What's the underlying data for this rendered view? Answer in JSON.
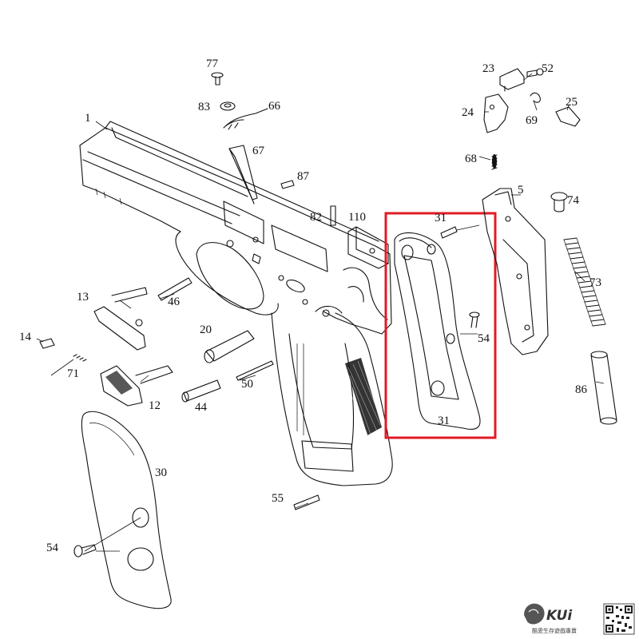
{
  "diagram": {
    "highlight_color": "#e01b24",
    "labels": {
      "p1": "1",
      "p5": "5",
      "p12": "12",
      "p13": "13",
      "p14": "14",
      "p20": "20",
      "p23": "23",
      "p24": "24",
      "p25": "25",
      "p30": "30",
      "p31_top": "31",
      "p31_bottom": "31",
      "p44": "44",
      "p46": "46",
      "p50": "50",
      "p52": "52",
      "p54_left": "54",
      "p54_right": "54",
      "p55": "55",
      "p66": "66",
      "p67": "67",
      "p68": "68",
      "p69": "69",
      "p71": "71",
      "p73": "73",
      "p74": "74",
      "p77": "77",
      "p82": "82",
      "p83": "83",
      "p86": "86",
      "p87": "87",
      "p110": "110"
    }
  },
  "watermark": {
    "brand": "KUi",
    "tagline": "酷愛生存遊戲專賣",
    "logo_icon": "lion-logo-icon",
    "qr_icon": "qr-code-icon"
  }
}
